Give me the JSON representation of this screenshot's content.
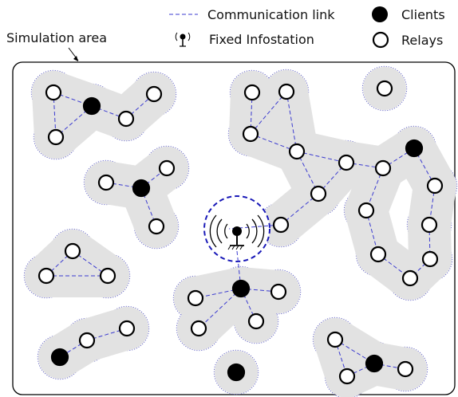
{
  "legend": {
    "link_label": "Communication link",
    "infostation_label": "Fixed Infostation",
    "clients_label": "Clients",
    "relays_label": "Relays"
  },
  "area_label": "Simulation area",
  "colors": {
    "link": "#3b3bd0",
    "coverage_fill": "#e2e2e2",
    "coverage_border": "#6b6bc8",
    "infostation_border": "#1a1ab8",
    "client": "#000000",
    "relay": "#ffffff"
  }
}
